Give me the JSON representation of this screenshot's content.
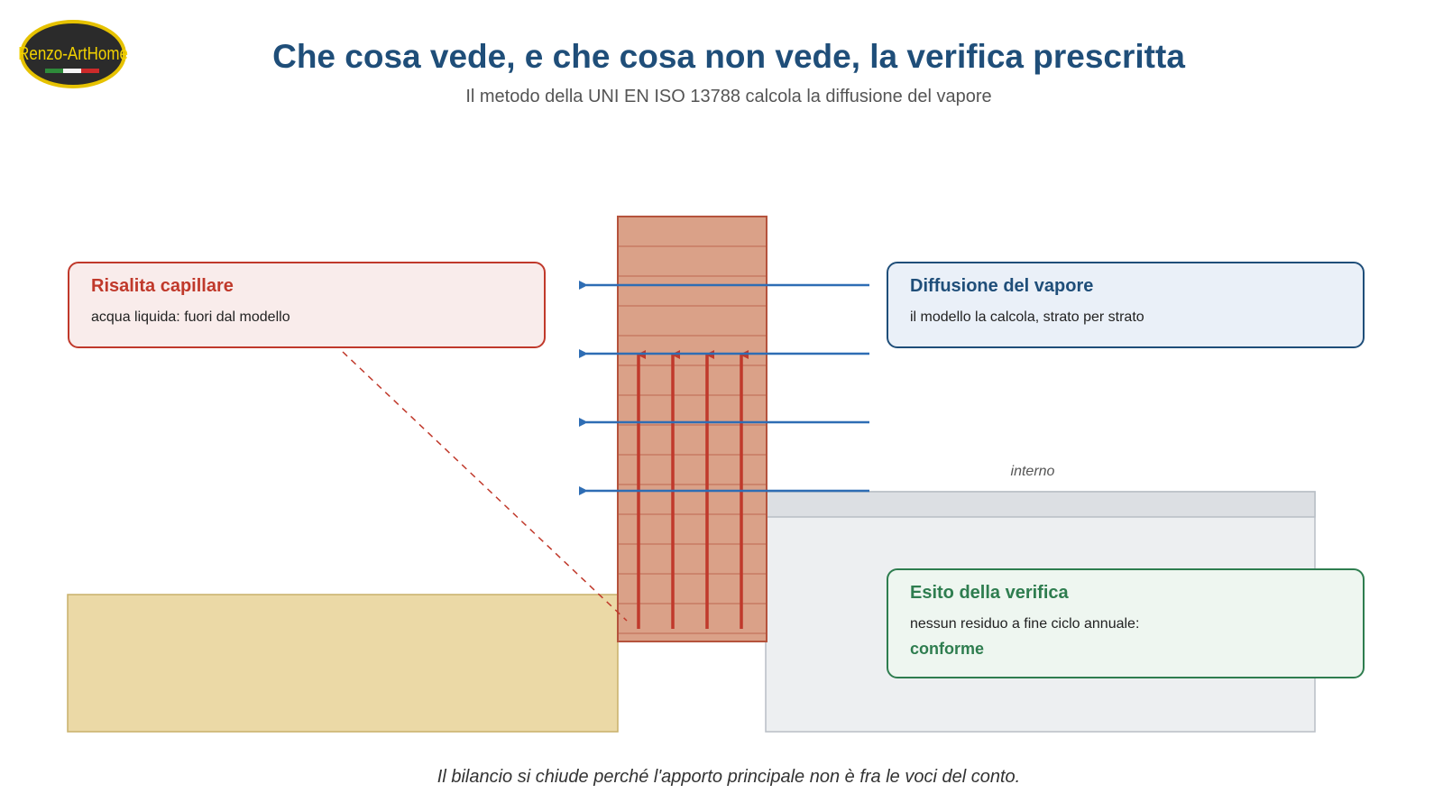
{
  "logo": {
    "text": "Renzo-ArtHome",
    "colors": {
      "text": "#f2d200",
      "ring": "#e6c200",
      "fill": "#2b2b2b"
    }
  },
  "header": {
    "title": "Che cosa vede, e che cosa non vede, la verifica prescritta",
    "subtitle": "Il metodo della UNI EN ISO 13788 calcola la diffusione del vapore"
  },
  "callouts": {
    "capillary": {
      "title": "Risalita capillare",
      "text": "acqua liquida: fuori dal modello"
    },
    "vapour": {
      "title": "Diffusione del vapore",
      "text": "il modello la calcola, strato per strato"
    },
    "outcome": {
      "title": "Esito della verifica",
      "text": "nessun residuo a fine ciclo annuale:",
      "result": "conforme"
    }
  },
  "labels": {
    "interior": "interno"
  },
  "footnote": "Il bilancio si chiude perché l'apporto principale non è fra le voci del conto.",
  "colors": {
    "title": "#1f4e79",
    "capillary": "#c0392b",
    "vapour": "#2e6db4",
    "outcome": "#2e7d4f",
    "wall": "#daa188",
    "ground": "#ebd9a6",
    "interior_floor": "#edeff1"
  }
}
